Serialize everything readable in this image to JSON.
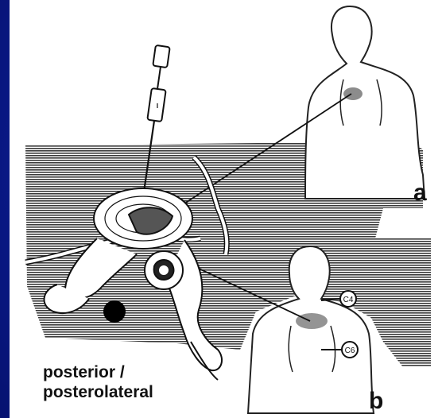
{
  "caption": {
    "line1": "posterior /",
    "line2": "posterolateral"
  },
  "panel_labels": {
    "a": "a",
    "b": "b"
  },
  "dermatome_labels": {
    "upper": "C4",
    "lower": "C6"
  },
  "colors": {
    "background": "#0a1a8c",
    "panel": "#ffffff",
    "ink": "#111111"
  }
}
